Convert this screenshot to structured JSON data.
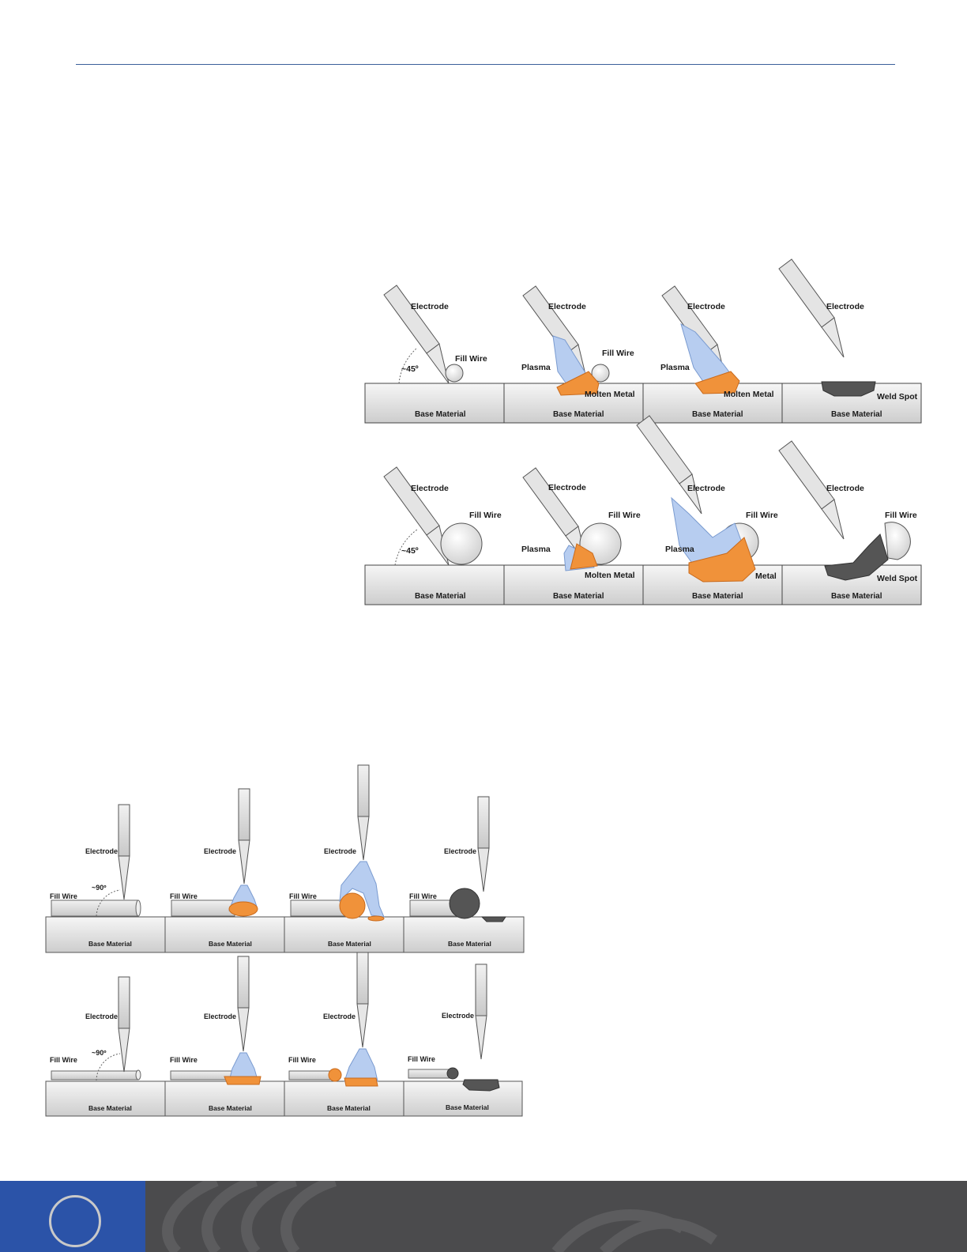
{
  "figures": {
    "top_sequences": {
      "panel_labels": {
        "electrode": "Electrode",
        "fill_wire": "Fill Wire",
        "plasma": "Plasma",
        "molten_metal": "Molten Metal",
        "weld_spot": "Weld Spot",
        "base_material": "Base Material",
        "angle": "~45º"
      }
    },
    "bottom_sequences": {
      "panel_labels": {
        "electrode": "Electrode",
        "fill_wire": "Fill Wire",
        "base_material": "Base Material",
        "angle": "~90º"
      }
    }
  },
  "colors": {
    "plasma": "#b7cdf0",
    "molten": "#f0923a",
    "weld": "#555555",
    "base_top": "#f4f4f4",
    "base_bottom": "#cfcfcf",
    "footer": "#4b4b4d",
    "footer_accent": "#2b53a8"
  }
}
